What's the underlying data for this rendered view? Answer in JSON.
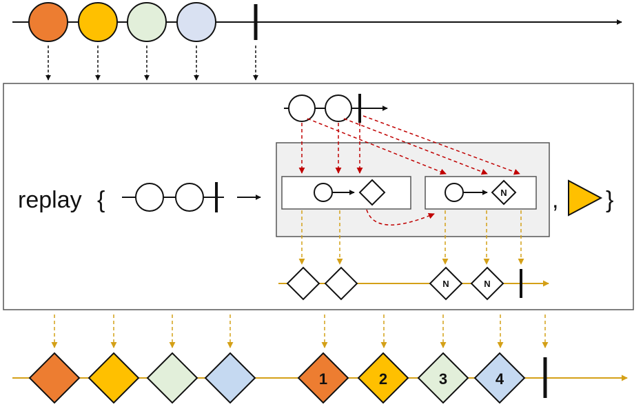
{
  "operator": {
    "keyword": "replay",
    "open_brace": "{",
    "separator": ",",
    "close_brace": "}"
  },
  "inner_node_label": "N",
  "output_labels": [
    "1",
    "2",
    "3",
    "4"
  ],
  "colors": {
    "orange": "#ED7D31",
    "gold": "#FFC000",
    "green": "#E2EFDA",
    "blue": "#D9E1F2",
    "output_blue": "#C5D9F1",
    "timeline_gold": "#D4A017",
    "red_dashed": "#C00000",
    "panel_border": "#555555",
    "inner_panel_fill": "#F0F0F0",
    "line_black": "#111111"
  },
  "icons": {
    "scheduler": "play-triangle-icon"
  }
}
